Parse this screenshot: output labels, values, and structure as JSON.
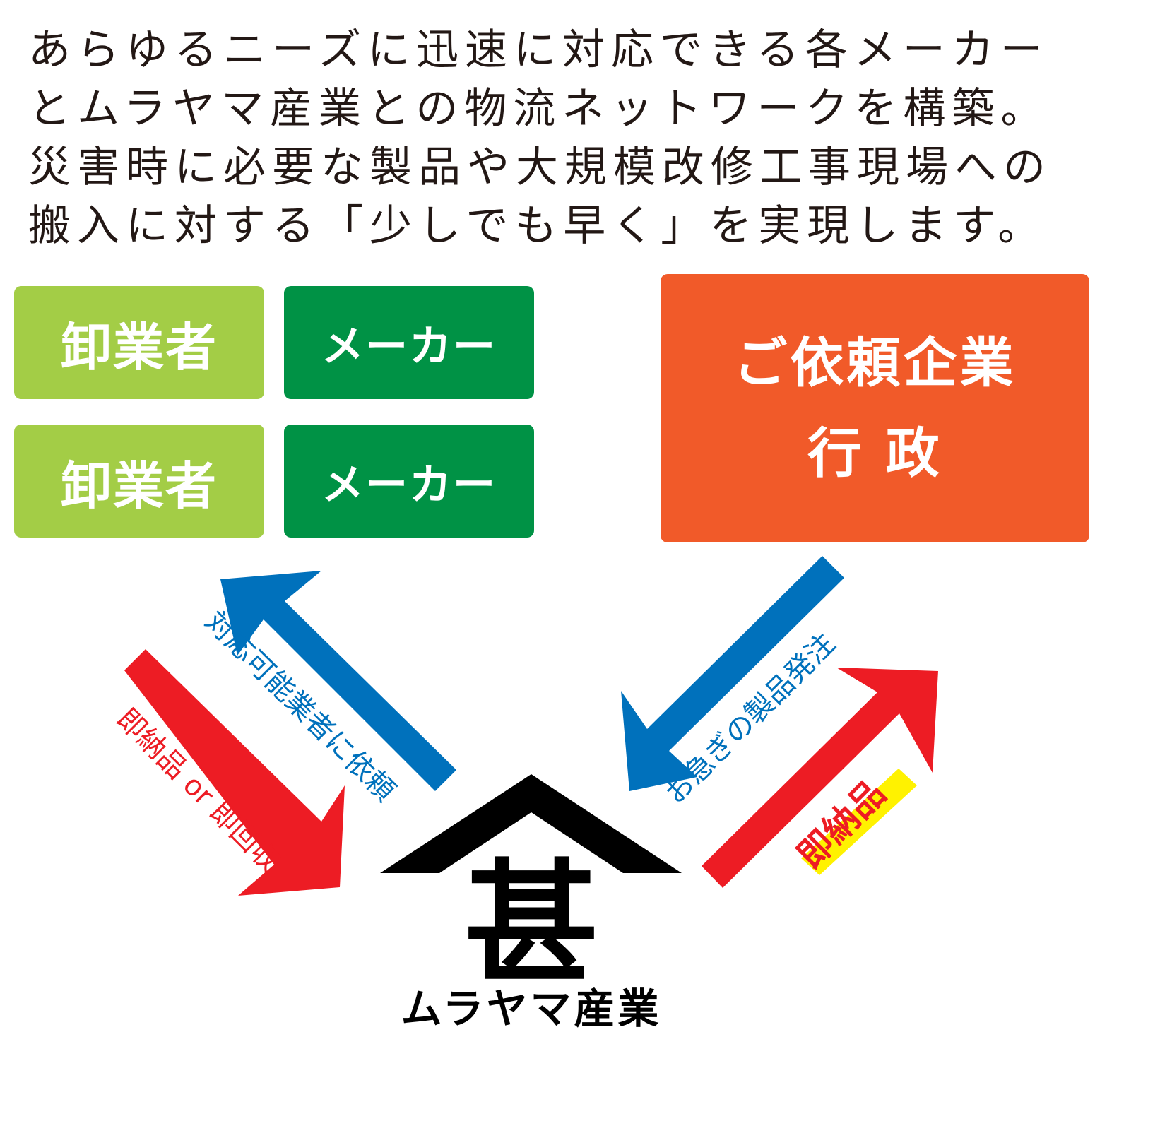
{
  "intro": {
    "lines": [
      "あらゆるニーズに迅速に対応できる各メーカー",
      "とムラヤマ産業との物流ネットワークを構築。",
      "災害時に必要な製品や大規模改修工事現場への",
      "搬入に対する「少しでも早く」を実現します。"
    ]
  },
  "boxes": {
    "wholesaler_1": "卸業者",
    "maker_1": "メーカー",
    "wholesaler_2": "卸業者",
    "maker_2": "メーカー",
    "client_line1": "ご依頼企業",
    "client_line2": "行 政"
  },
  "arrows": {
    "request_to_available": "対応可能業者に依頼",
    "instant_delivery_or_collection": "即納品 or 即回収",
    "urgent_order": "お急ぎの製品発注",
    "instant_delivery": "即納品"
  },
  "logo": {
    "kanji": "甚",
    "company_name": "ムラヤマ産業"
  },
  "colors": {
    "light_green": "#a3cd46",
    "dark_green": "#009245",
    "orange": "#f15a29",
    "blue": "#0071bc",
    "red": "#ed1c24",
    "yellow": "#fff200",
    "black": "#000000"
  }
}
